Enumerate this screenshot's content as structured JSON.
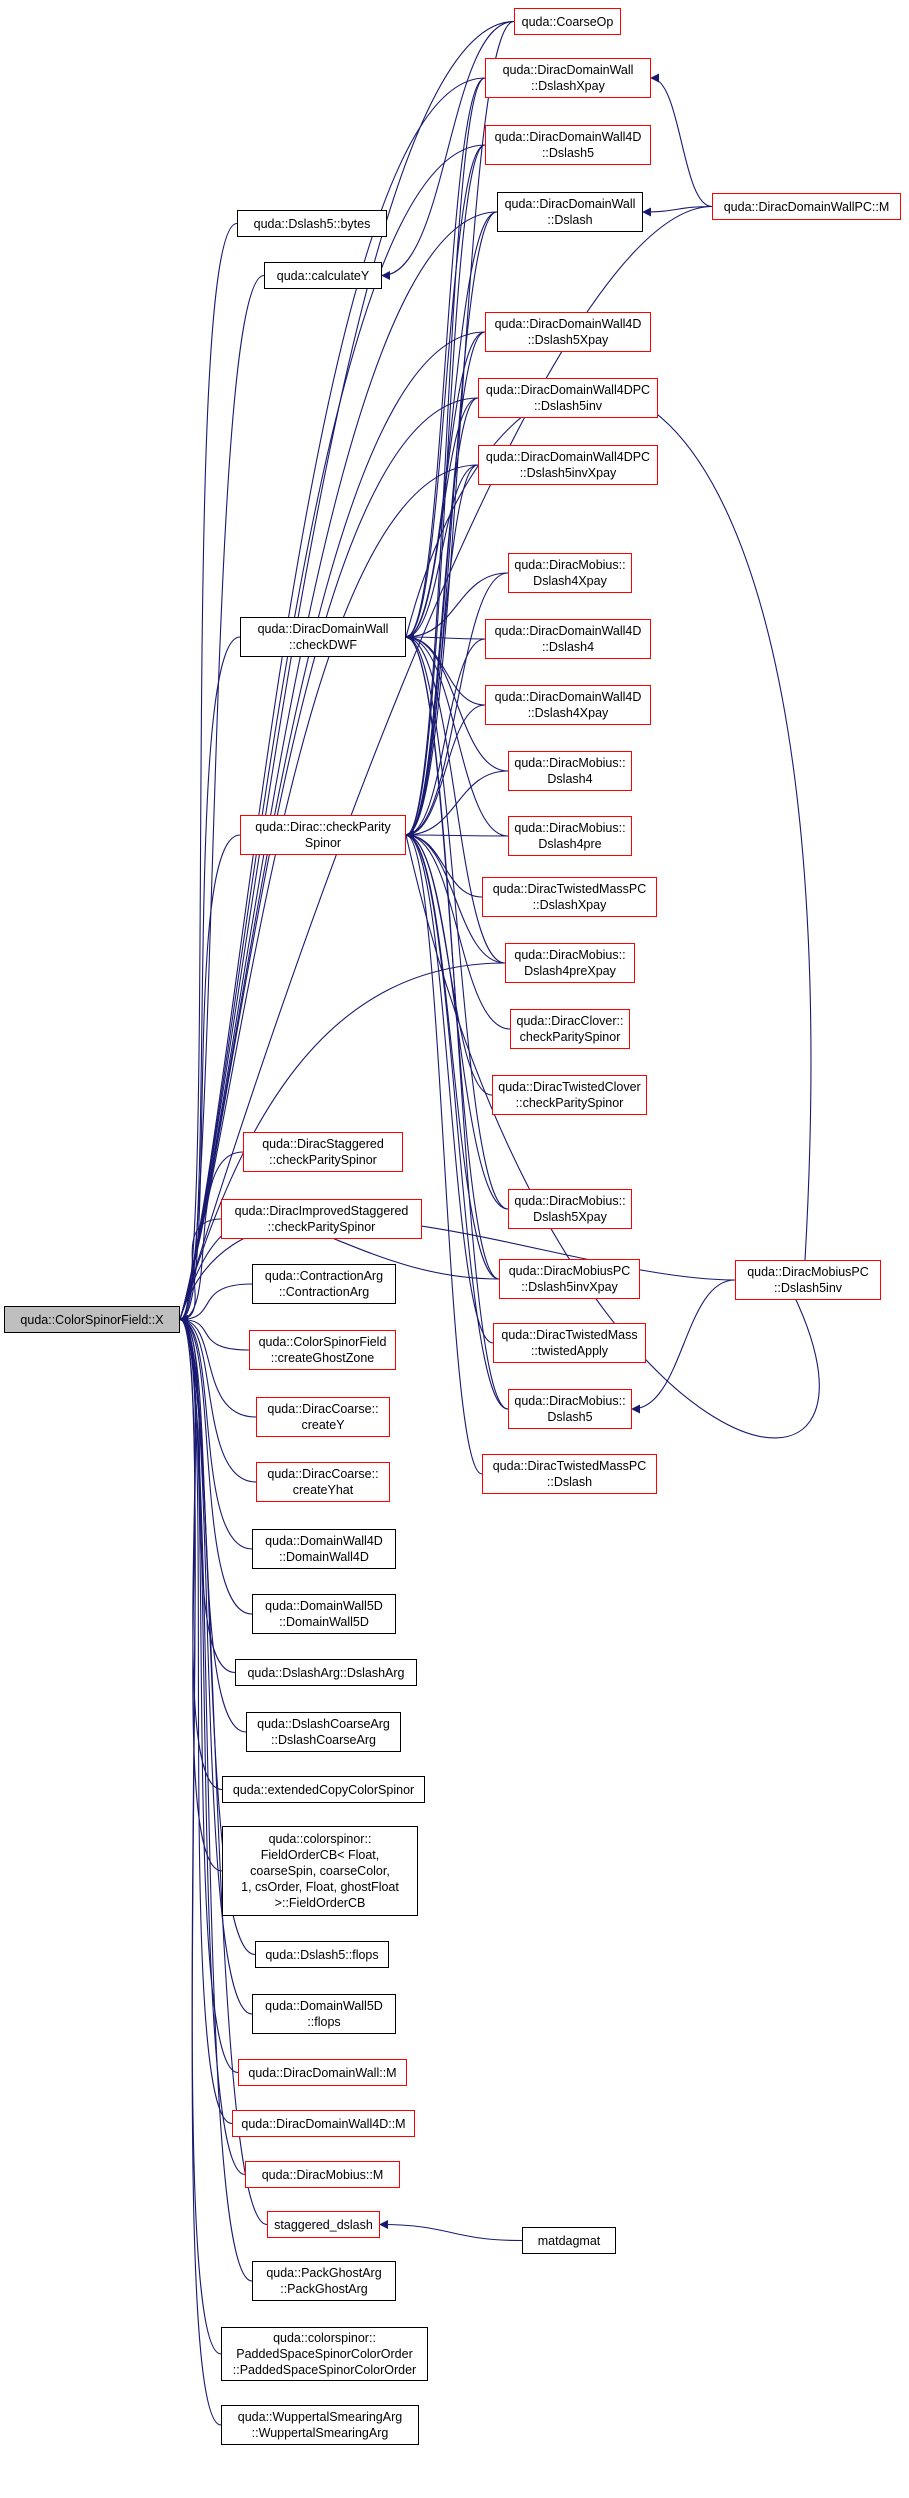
{
  "diagram": {
    "type": "doxygen-caller-graph",
    "edge_color": "#191970",
    "link_border_colors": {
      "normal": "#000000",
      "incomplete": "#ff0000",
      "root_fill": "#bfbfbf"
    },
    "nodes": [
      {
        "id": "root",
        "lines": [
          "quda::ColorSpinorField::X"
        ]
      },
      {
        "id": "n1",
        "lines": [
          "quda::Dslash5::bytes"
        ]
      },
      {
        "id": "n2",
        "lines": [
          "quda::calculateY"
        ]
      },
      {
        "id": "n3",
        "lines": [
          "quda::DiracDomainWall",
          "::checkDWF"
        ]
      },
      {
        "id": "n4",
        "lines": [
          "quda::Dirac::checkParity",
          "Spinor"
        ]
      },
      {
        "id": "n5",
        "lines": [
          "quda::DiracStaggered",
          "::checkParitySpinor"
        ]
      },
      {
        "id": "n6",
        "lines": [
          "quda::DiracImprovedStaggered",
          "::checkParitySpinor"
        ]
      },
      {
        "id": "n7",
        "lines": [
          "quda::ContractionArg",
          "::ContractionArg"
        ]
      },
      {
        "id": "n8",
        "lines": [
          "quda::ColorSpinorField",
          "::createGhostZone"
        ]
      },
      {
        "id": "n9",
        "lines": [
          "quda::DiracCoarse::",
          "createY"
        ]
      },
      {
        "id": "n10",
        "lines": [
          "quda::DiracCoarse::",
          "createYhat"
        ]
      },
      {
        "id": "n11",
        "lines": [
          "quda::DomainWall4D",
          "::DomainWall4D"
        ]
      },
      {
        "id": "n12",
        "lines": [
          "quda::DomainWall5D",
          "::DomainWall5D"
        ]
      },
      {
        "id": "n13",
        "lines": [
          "quda::DslashArg::DslashArg"
        ]
      },
      {
        "id": "n14",
        "lines": [
          "quda::DslashCoarseArg",
          "::DslashCoarseArg"
        ]
      },
      {
        "id": "n15",
        "lines": [
          "quda::extendedCopyColorSpinor"
        ]
      },
      {
        "id": "n16",
        "lines": [
          "quda::colorspinor::",
          "FieldOrderCB< Float,",
          "coarseSpin, coarseColor,",
          "1, csOrder, Float, ghostFloat",
          ">::FieldOrderCB"
        ]
      },
      {
        "id": "n17",
        "lines": [
          "quda::Dslash5::flops"
        ]
      },
      {
        "id": "n18",
        "lines": [
          "quda::DomainWall5D",
          "::flops"
        ]
      },
      {
        "id": "n19",
        "lines": [
          "quda::DiracDomainWall::M"
        ]
      },
      {
        "id": "n20",
        "lines": [
          "quda::DiracDomainWall4D::M"
        ]
      },
      {
        "id": "n21",
        "lines": [
          "quda::DiracMobius::M"
        ]
      },
      {
        "id": "n22",
        "lines": [
          "staggered_dslash"
        ]
      },
      {
        "id": "n23",
        "lines": [
          "quda::PackGhostArg",
          "::PackGhostArg"
        ]
      },
      {
        "id": "n24",
        "lines": [
          "quda::colorspinor::",
          "PaddedSpaceSpinorColorOrder",
          "::PaddedSpaceSpinorColorOrder"
        ]
      },
      {
        "id": "n25",
        "lines": [
          "quda::WuppertalSmearingArg",
          "::WuppertalSmearingArg"
        ]
      },
      {
        "id": "m1",
        "lines": [
          "quda::CoarseOp"
        ]
      },
      {
        "id": "m2",
        "lines": [
          "quda::DiracDomainWall",
          "::DslashXpay"
        ]
      },
      {
        "id": "m3",
        "lines": [
          "quda::DiracDomainWall4D",
          "::Dslash5"
        ]
      },
      {
        "id": "m4",
        "lines": [
          "quda::DiracDomainWall",
          "::Dslash"
        ]
      },
      {
        "id": "m5",
        "lines": [
          "quda::DiracDomainWall4D",
          "::Dslash5Xpay"
        ]
      },
      {
        "id": "m6",
        "lines": [
          "quda::DiracDomainWall4DPC",
          "::Dslash5inv"
        ]
      },
      {
        "id": "m7",
        "lines": [
          "quda::DiracDomainWall4DPC",
          "::Dslash5invXpay"
        ]
      },
      {
        "id": "m8",
        "lines": [
          "quda::DiracMobius::",
          "Dslash4Xpay"
        ]
      },
      {
        "id": "m9",
        "lines": [
          "quda::DiracDomainWall4D",
          "::Dslash4"
        ]
      },
      {
        "id": "m10",
        "lines": [
          "quda::DiracDomainWall4D",
          "::Dslash4Xpay"
        ]
      },
      {
        "id": "m11",
        "lines": [
          "quda::DiracMobius::",
          "Dslash4"
        ]
      },
      {
        "id": "m12",
        "lines": [
          "quda::DiracMobius::",
          "Dslash4pre"
        ]
      },
      {
        "id": "m13",
        "lines": [
          "quda::DiracTwistedMassPC",
          "::DslashXpay"
        ]
      },
      {
        "id": "m14",
        "lines": [
          "quda::DiracMobius::",
          "Dslash4preXpay"
        ]
      },
      {
        "id": "m15",
        "lines": [
          "quda::DiracClover::",
          "checkParitySpinor"
        ]
      },
      {
        "id": "m16",
        "lines": [
          "quda::DiracTwistedClover",
          "::checkParitySpinor"
        ]
      },
      {
        "id": "m17",
        "lines": [
          "quda::DiracMobius::",
          "Dslash5Xpay"
        ]
      },
      {
        "id": "m18",
        "lines": [
          "quda::DiracMobiusPC",
          "::Dslash5invXpay"
        ]
      },
      {
        "id": "m19",
        "lines": [
          "quda::DiracTwistedMass",
          "::twistedApply"
        ]
      },
      {
        "id": "m20",
        "lines": [
          "quda::DiracMobius::",
          "Dslash5"
        ]
      },
      {
        "id": "m21",
        "lines": [
          "quda::DiracTwistedMassPC",
          "::Dslash"
        ]
      },
      {
        "id": "m22",
        "lines": [
          "matdagmat"
        ]
      },
      {
        "id": "r1",
        "lines": [
          "quda::DiracDomainWallPC::M"
        ]
      },
      {
        "id": "r2",
        "lines": [
          "quda::DiracMobiusPC",
          "::Dslash5inv"
        ]
      }
    ]
  }
}
